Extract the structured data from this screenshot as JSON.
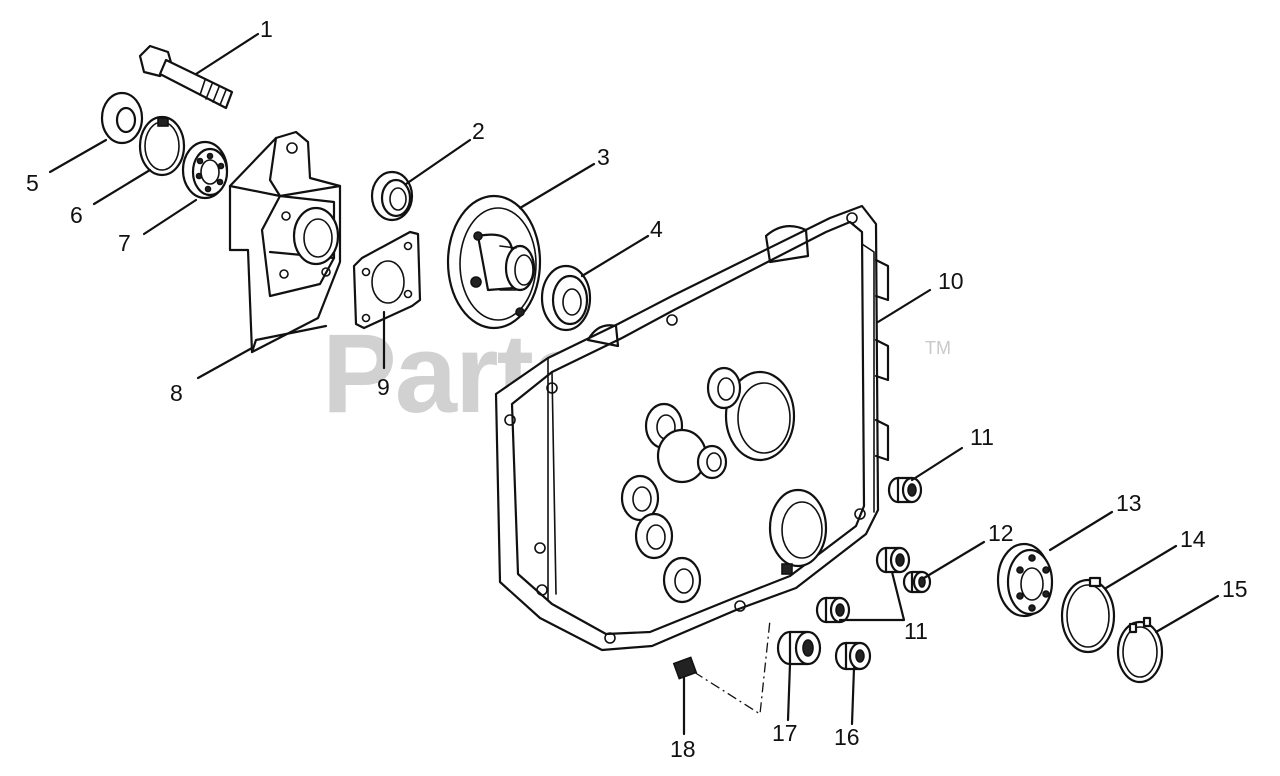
{
  "watermark": {
    "text": "PartsTree",
    "trademark": "TM"
  },
  "callouts": [
    {
      "id": "1",
      "label": "1"
    },
    {
      "id": "2",
      "label": "2"
    },
    {
      "id": "3",
      "label": "3"
    },
    {
      "id": "4",
      "label": "4"
    },
    {
      "id": "5",
      "label": "5"
    },
    {
      "id": "6",
      "label": "6"
    },
    {
      "id": "7",
      "label": "7"
    },
    {
      "id": "8",
      "label": "8"
    },
    {
      "id": "9",
      "label": "9"
    },
    {
      "id": "10",
      "label": "10"
    },
    {
      "id": "11a",
      "label": "11"
    },
    {
      "id": "11b",
      "label": "11"
    },
    {
      "id": "12",
      "label": "12"
    },
    {
      "id": "13",
      "label": "13"
    },
    {
      "id": "14",
      "label": "14"
    },
    {
      "id": "15",
      "label": "15"
    },
    {
      "id": "16",
      "label": "16"
    },
    {
      "id": "17",
      "label": "17"
    },
    {
      "id": "18",
      "label": "18"
    }
  ]
}
